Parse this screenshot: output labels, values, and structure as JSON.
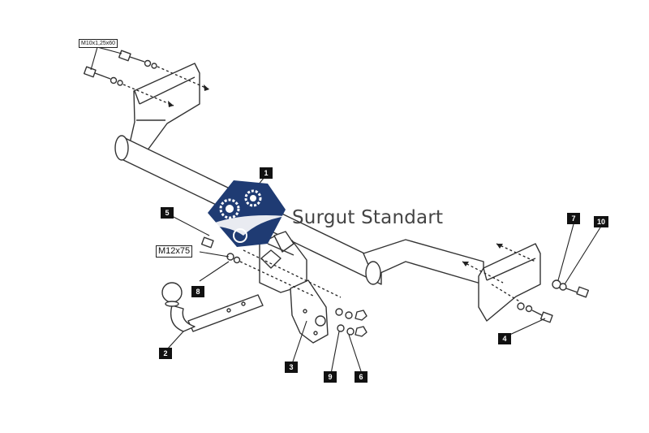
{
  "brand": {
    "name": "Surgut Standart",
    "logo_colors": {
      "primary": "#1f3b73",
      "secondary": "#ffffff"
    }
  },
  "labels": {
    "bolt_top": "M10x1,25x60",
    "bolt_main": "M12x75"
  },
  "callouts": [
    "1",
    "2",
    "3",
    "4",
    "5",
    "6",
    "7",
    "8",
    "9",
    "10"
  ],
  "line_color": "#333333"
}
